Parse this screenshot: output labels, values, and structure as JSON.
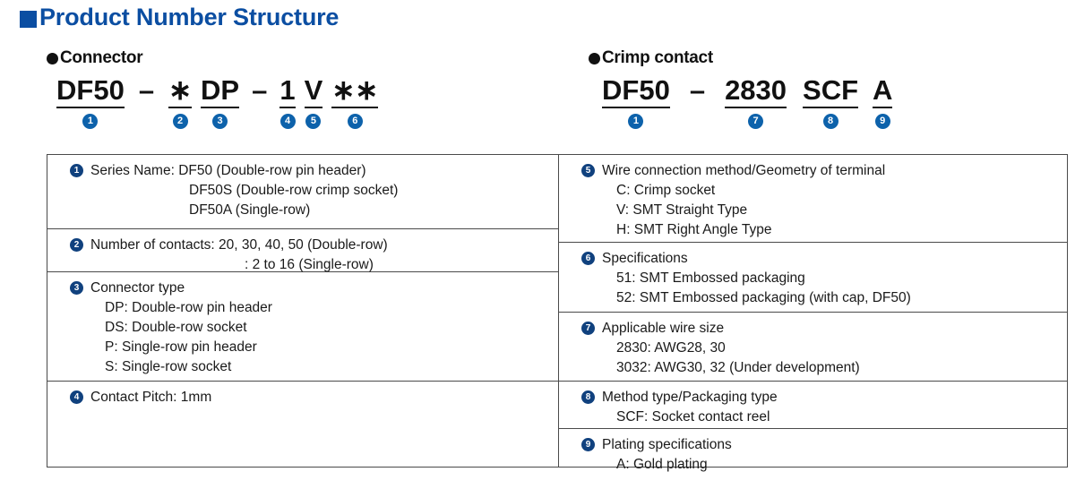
{
  "title": {
    "text": "Product Number Structure",
    "bullet": "filled-square",
    "color": "#0b4ea2"
  },
  "sections": {
    "connector": {
      "heading": "Connector",
      "bullet": "filled-circle",
      "part_number_segments": [
        {
          "value": "DF50",
          "badge": "1",
          "underline": true
        },
        {
          "value": "–",
          "badge": "",
          "underline": false
        },
        {
          "value": "∗",
          "badge": "2",
          "underline": true
        },
        {
          "value": "DP",
          "badge": "3",
          "underline": true
        },
        {
          "value": "–",
          "badge": "",
          "underline": false
        },
        {
          "value": "1",
          "badge": "4",
          "underline": true
        },
        {
          "value": "V",
          "badge": "5",
          "underline": true
        },
        {
          "value": "∗∗",
          "badge": "6",
          "underline": true
        }
      ]
    },
    "crimp_contact": {
      "heading": "Crimp contact",
      "bullet": "filled-circle",
      "part_number_segments": [
        {
          "value": "DF50",
          "badge": "1",
          "underline": true
        },
        {
          "value": "–",
          "badge": "",
          "underline": false
        },
        {
          "value": "2830",
          "badge": "7",
          "underline": true
        },
        {
          "value": "SCF",
          "badge": "8",
          "underline": true
        },
        {
          "value": "A",
          "badge": "9",
          "underline": true
        }
      ]
    }
  },
  "legend": {
    "left_column": [
      {
        "badge": "1",
        "lines": [
          {
            "text": "Series Name: DF50 (Double-row pin header)",
            "indent": "none"
          },
          {
            "text": "DF50S (Double-row crimp socket)",
            "indent": "level1"
          },
          {
            "text": "DF50A (Single-row)",
            "indent": "level1"
          }
        ]
      },
      {
        "badge": "2",
        "lines": [
          {
            "text": "Number of contacts: 20, 30, 40, 50 (Double-row)",
            "indent": "none"
          },
          {
            "text": ": 2 to 16 (Single-row)",
            "indent": "level2"
          }
        ]
      },
      {
        "badge": "3",
        "lines": [
          {
            "text": "Connector type",
            "indent": "none"
          },
          {
            "text": "DP: Double-row pin header",
            "indent": "level3"
          },
          {
            "text": "DS: Double-row socket",
            "indent": "level3"
          },
          {
            "text": "P: Single-row pin header",
            "indent": "level3"
          },
          {
            "text": "S: Single-row socket",
            "indent": "level3"
          }
        ]
      },
      {
        "badge": "4",
        "lines": [
          {
            "text": "Contact Pitch: 1mm",
            "indent": "none"
          }
        ]
      }
    ],
    "right_column": [
      {
        "badge": "5",
        "lines": [
          {
            "text": "Wire connection method/Geometry of terminal",
            "indent": "none"
          },
          {
            "text": "C: Crimp socket",
            "indent": "level3"
          },
          {
            "text": "V: SMT Straight Type",
            "indent": "level3"
          },
          {
            "text": "H: SMT Right Angle Type",
            "indent": "level3"
          }
        ]
      },
      {
        "badge": "6",
        "lines": [
          {
            "text": "Specifications",
            "indent": "none"
          },
          {
            "text": "51: SMT Embossed packaging",
            "indent": "level3"
          },
          {
            "text": "52: SMT Embossed packaging (with cap, DF50)",
            "indent": "level3"
          }
        ]
      },
      {
        "badge": "7",
        "lines": [
          {
            "text": "Applicable wire size",
            "indent": "none"
          },
          {
            "text": "2830: AWG28, 30",
            "indent": "level3"
          },
          {
            "text": "3032: AWG30, 32 (Under development)",
            "indent": "level3"
          }
        ]
      },
      {
        "badge": "8",
        "lines": [
          {
            "text": "Method type/Packaging type",
            "indent": "none"
          },
          {
            "text": "SCF: Socket contact reel",
            "indent": "level3"
          }
        ]
      },
      {
        "badge": "9",
        "lines": [
          {
            "text": "Plating specifications",
            "indent": "none"
          },
          {
            "text": "A: Gold plating",
            "indent": "level3"
          }
        ]
      }
    ]
  },
  "colors": {
    "title_blue": "#0b4ea2",
    "badge_header_blue": "#0d62ab",
    "badge_table_blue": "#10417e",
    "text": "#1a1a1a",
    "border": "#4a4a4a"
  }
}
